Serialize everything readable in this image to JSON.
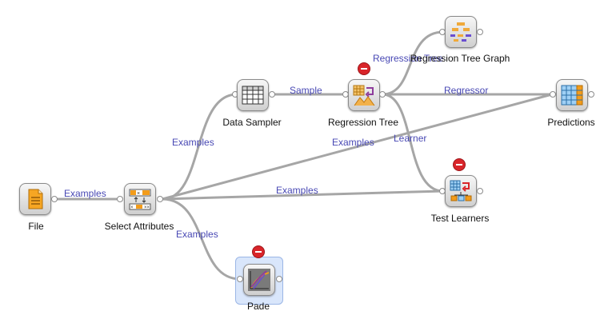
{
  "widgets": {
    "file": "File",
    "select_attributes": "Select Attributes",
    "data_sampler": "Data Sampler",
    "regression_tree": "Regression Tree",
    "regression_tree_graph": "Regression Tree Graph",
    "predictions": "Predictions",
    "test_learners": "Test Learners",
    "pade": "Pade"
  },
  "links": {
    "file_to_select": "Examples",
    "select_to_sampler": "Examples",
    "sampler_to_tree": "Sample",
    "tree_to_graph": "Regression Tree",
    "tree_to_predictions": "Regressor",
    "tree_to_test": "Learner",
    "select_to_predictions": "Examples",
    "select_to_test": "Examples",
    "select_to_pade": "Examples"
  }
}
